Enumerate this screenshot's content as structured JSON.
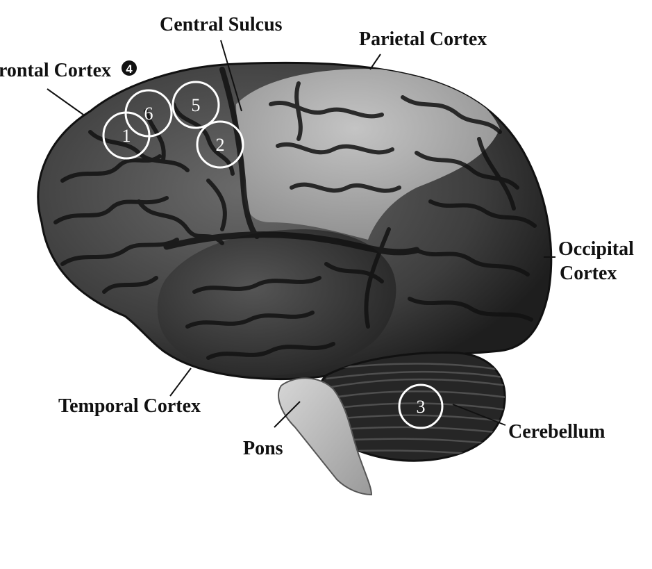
{
  "labels": {
    "frontal": "rontal Cortex",
    "frontal_marker": "4",
    "central_sulcus": "Central Sulcus",
    "parietal": "Parietal Cortex",
    "occipital_line1": "Occipital",
    "occipital_line2": "Cortex",
    "temporal": "Temporal Cortex",
    "pons": "Pons",
    "cerebellum": "Cerebellum"
  },
  "markers": [
    "1",
    "6",
    "5",
    "2",
    "3"
  ],
  "colors": {
    "background": "#ffffff",
    "cortex_dark": "#3e3e3e",
    "cortex_mid": "#5a5a5a",
    "parietal_light": "#a9a9a9",
    "sulcus": "#121212",
    "cerebellum": "#262626",
    "pons": "#c8c8c8",
    "annotation": "#ffffff",
    "text": "#111111"
  },
  "icons": {
    "brain": "brain-photo",
    "marker": "circle-marker"
  }
}
